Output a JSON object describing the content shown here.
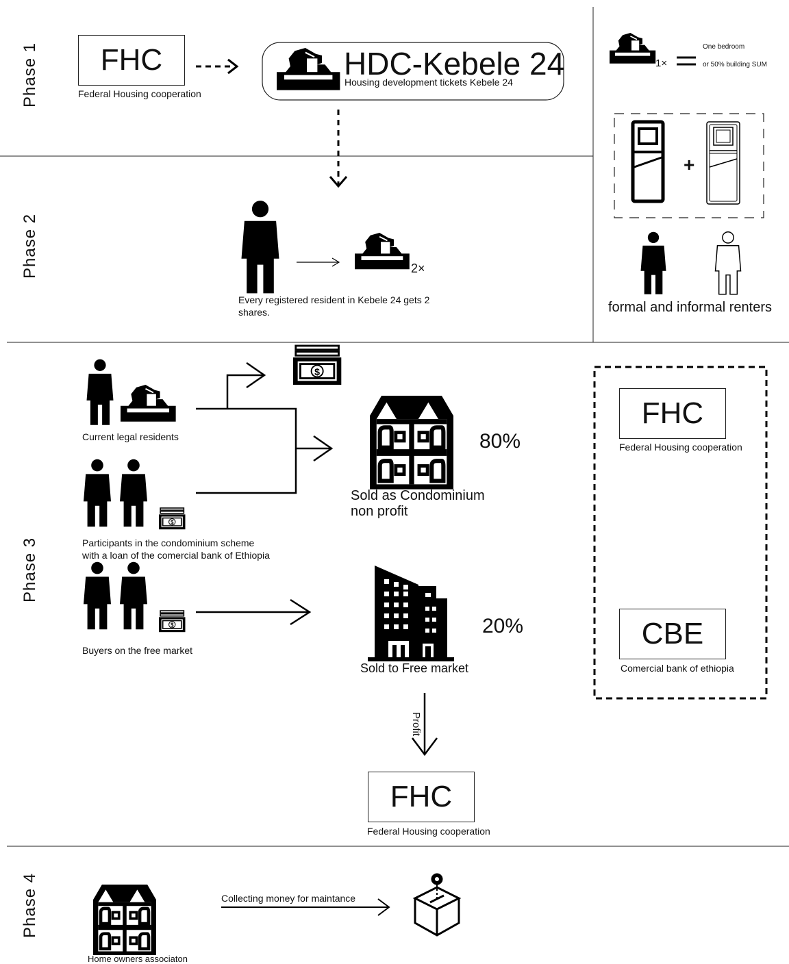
{
  "phases": [
    "Phase 1",
    "Phase 2",
    "Phase 3",
    "Phase 4"
  ],
  "phase1": {
    "fhc_label": "FHC",
    "fhc_caption": "Federal Housing cooperation",
    "hdc_title": "HDC-Kebele 24",
    "hdc_caption": "Housing development tickets Kebele 24"
  },
  "legend": {
    "multiplier": "1×",
    "equals": "=",
    "line1": "One bedroom",
    "line2": "or 50% building SUM",
    "plus": "+",
    "renters": "formal and informal renters"
  },
  "phase2": {
    "multiplier": "2×",
    "caption_line1": "Every registered resident in Kebele 24 gets 2",
    "caption_line2": "shares."
  },
  "phase3": {
    "residents_caption": "Current legal residents",
    "participants_line1": "Participants in the condominium scheme",
    "participants_line2": "with a loan of the comercial bank of Ethiopia",
    "buyers_caption": "Buyers on the free market",
    "condo_pct": "80%",
    "condo_line1": "Sold as Condominium",
    "condo_line2": "non profit",
    "market_pct": "20%",
    "market_caption": "Sold to Free market",
    "profit_label": "Profit",
    "fhc_label": "FHC",
    "fhc_caption": "Federal Housing cooperation",
    "side_fhc_label": "FHC",
    "side_fhc_caption": "Federal Housing cooperation",
    "side_cbe_label": "CBE",
    "side_cbe_caption": "Comercial bank of ethiopia"
  },
  "phase4": {
    "hoa_caption": "Home owners associaton",
    "collect_label": "Collecting money for maintance"
  }
}
